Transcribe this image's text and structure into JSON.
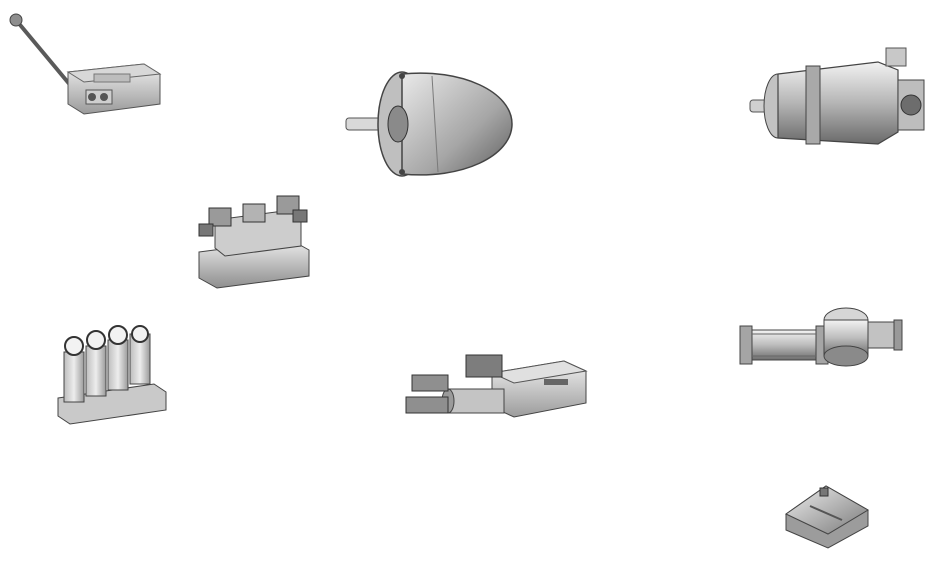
{
  "scene": {
    "background_color": "#ffffff",
    "objects": [
      {
        "id": "lever-valve",
        "icon": "lever-operated-directional-valve"
      },
      {
        "id": "vane-pump",
        "icon": "hydraulic-vane-pump"
      },
      {
        "id": "piston-pump",
        "icon": "axial-piston-pump"
      },
      {
        "id": "solenoid-valve-stack",
        "icon": "solenoid-directional-valve-stack"
      },
      {
        "id": "valve-manifold",
        "icon": "pressure-valve-manifold-with-gauges"
      },
      {
        "id": "directional-valve",
        "icon": "solenoid-directional-valve"
      },
      {
        "id": "hydraulic-cylinder",
        "icon": "hydraulic-cylinder"
      },
      {
        "id": "disc-part",
        "icon": "cylindrical-disc-component"
      }
    ],
    "colors": {
      "metal_light": "#e6e6e6",
      "metal_mid": "#b9b9b9",
      "metal_dark": "#6f6f6f",
      "shadow": "#3a3a3a"
    }
  }
}
